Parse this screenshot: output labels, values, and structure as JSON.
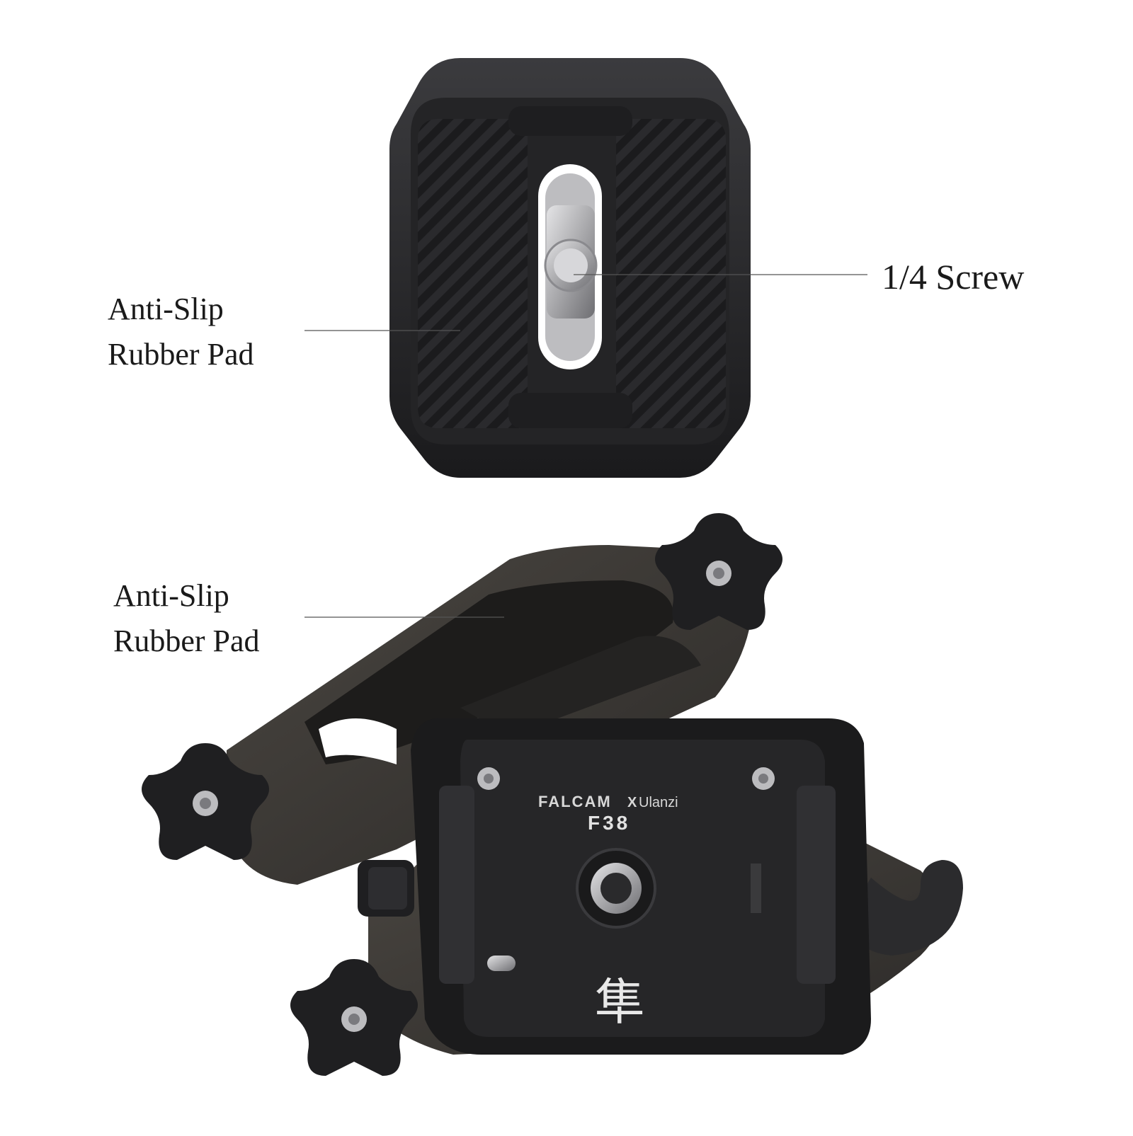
{
  "callouts": {
    "top_pad": {
      "line1": "Anti-Slip",
      "line2": "Rubber Pad"
    },
    "screw": {
      "text": "1/4 Screw"
    },
    "bottom_pad": {
      "line1": "Anti-Slip",
      "line2": "Rubber Pad"
    }
  },
  "clamp_branding": {
    "brand": "FALCAM",
    "x": "X",
    "partner": "Ulanzi",
    "model": "F38",
    "glyph": "隼"
  },
  "colors": {
    "plate_dark": "#1c1c1e",
    "plate_mid": "#2b2b2e",
    "frame": "#3a3a3d",
    "screw_metal": "#b8b8bb",
    "leader_line": "#555555"
  }
}
